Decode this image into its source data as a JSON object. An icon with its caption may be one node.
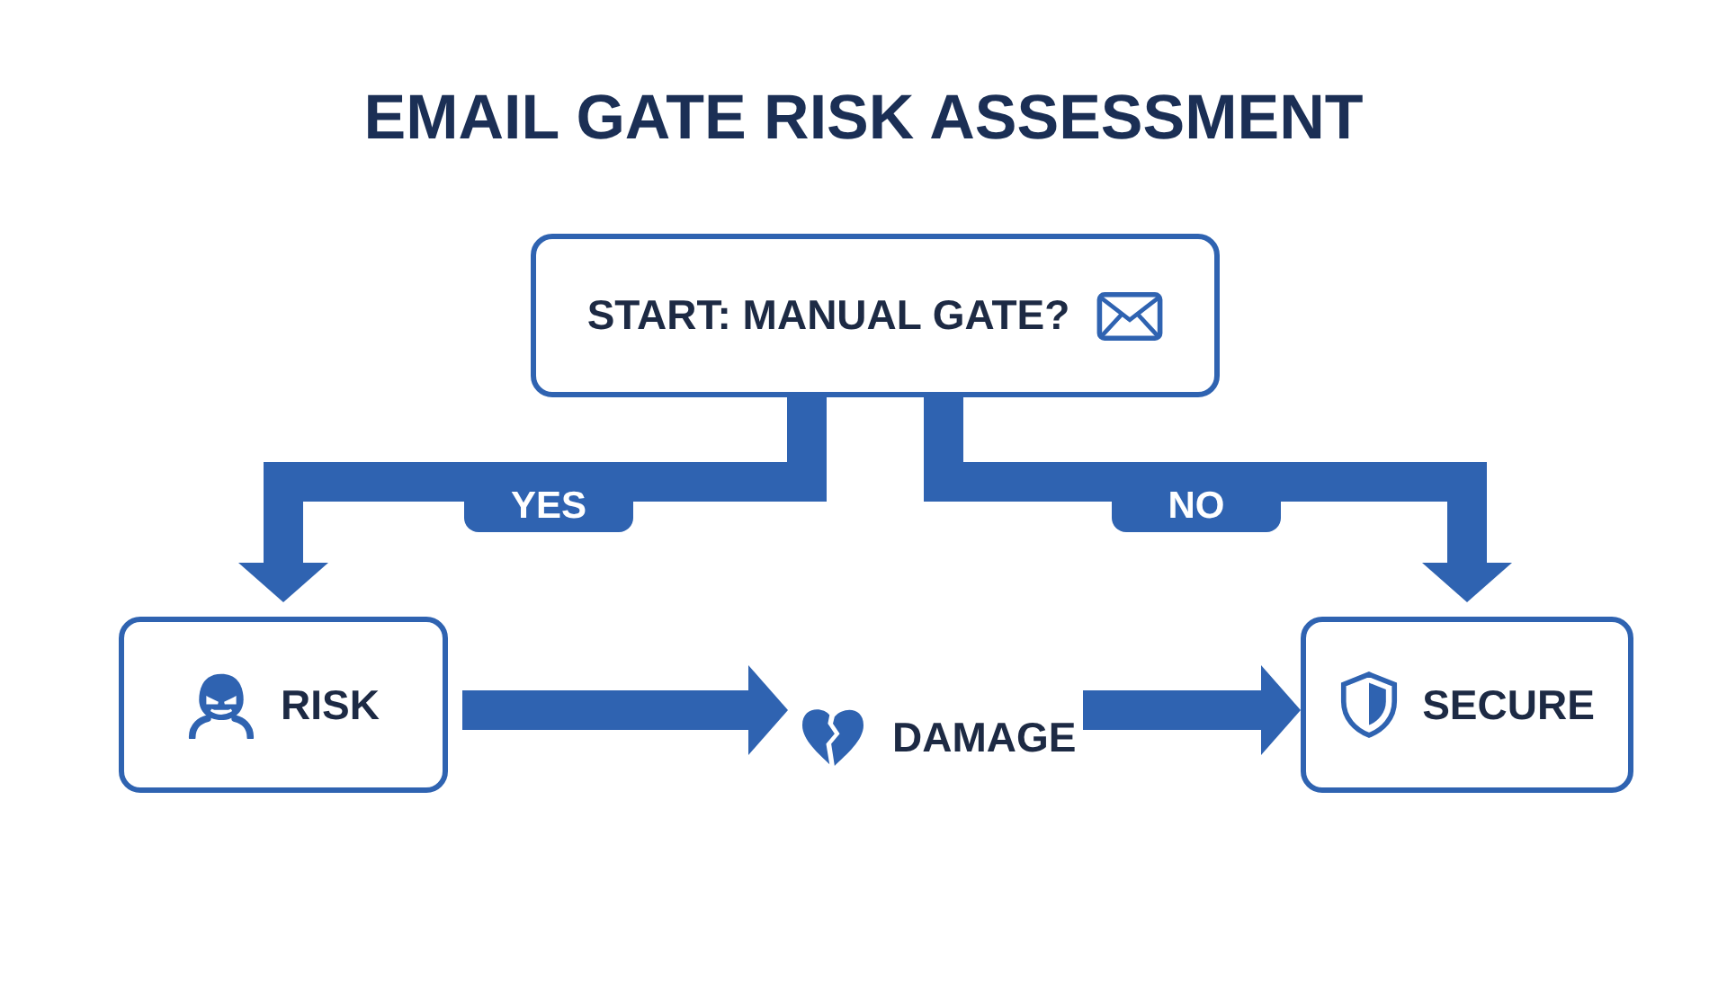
{
  "diagram": {
    "title": "EMAIL GATE RISK ASSESSMENT",
    "nodes": [
      {
        "text": [
          "START: MANUAL GATE?"
        ]
      },
      {
        "text": [
          "RISK"
        ]
      },
      {
        "text": [
          "DAMAGE"
        ]
      },
      {
        "text": [
          "SECURE"
        ]
      }
    ],
    "edges": [
      {
        "from": 0,
        "to": 1,
        "arrow": "to",
        "label": "YES"
      },
      {
        "from": 0,
        "to": 3,
        "arrow": "to",
        "label": "NO"
      },
      {
        "from": 1,
        "to": 2,
        "arrow": "to"
      },
      {
        "from": 2,
        "to": 3,
        "arrow": "to"
      }
    ]
  }
}
